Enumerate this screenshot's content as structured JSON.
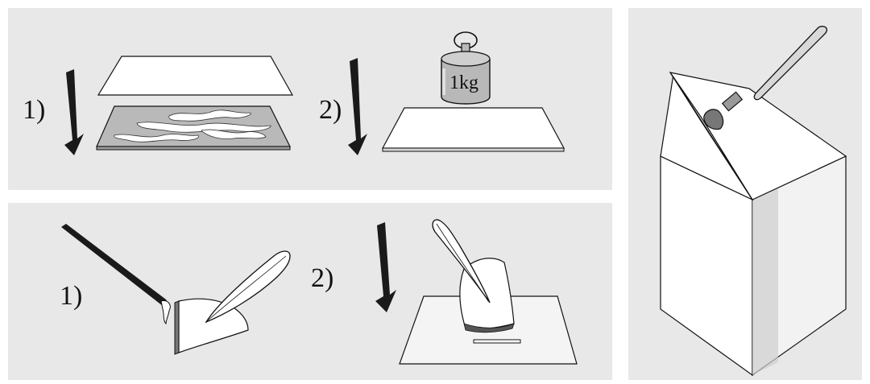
{
  "panel_top": {
    "step1_label": "1)",
    "step2_label": "2)",
    "weight_label": "1kg"
  },
  "panel_bottom": {
    "step1_label": "1)",
    "step2_label": "2)"
  },
  "colors": {
    "panel_background": "#e8e8e8",
    "arrow": "#1a1a1a",
    "outline": "#111111",
    "glue_sheet": "#b9b9b9",
    "glue": "#ffffff"
  }
}
